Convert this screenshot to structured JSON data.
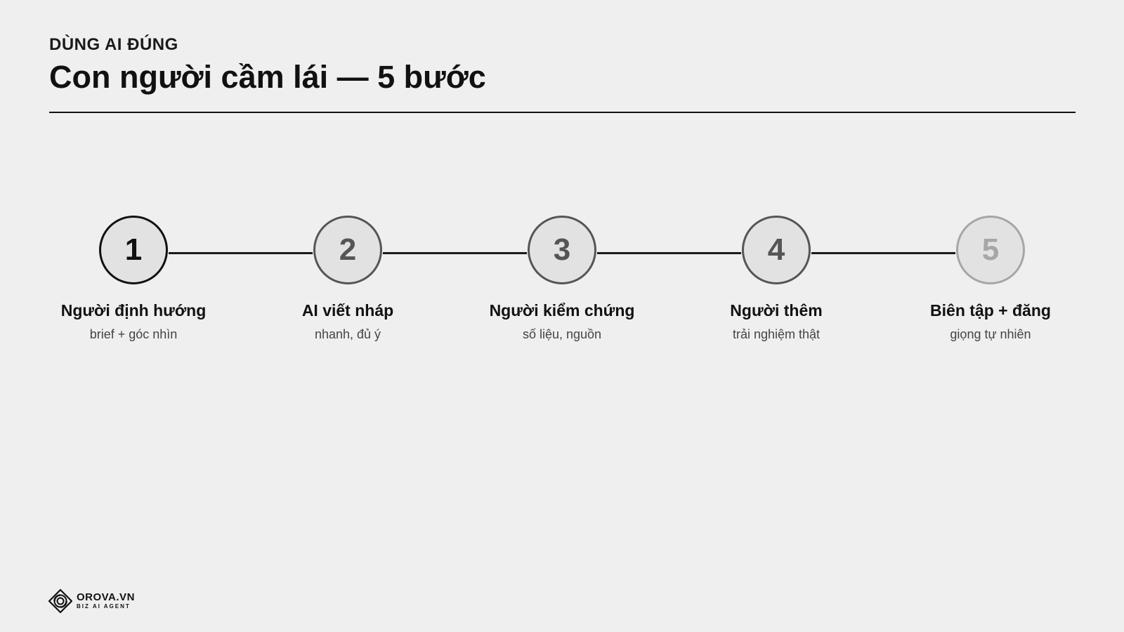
{
  "header": {
    "eyebrow": "DÙNG AI ĐÚNG",
    "title": "Con người cầm lái — 5 bước"
  },
  "steps": [
    {
      "number": "1",
      "label": "Người định hướng",
      "sub": "brief + góc nhìn",
      "color": "#111111"
    },
    {
      "number": "2",
      "label": "AI viết nháp",
      "sub": "nhanh, đủ ý",
      "color": "#555555"
    },
    {
      "number": "3",
      "label": "Người kiểm chứng",
      "sub": "số liệu, nguồn",
      "color": "#555555"
    },
    {
      "number": "4",
      "label": "Người thêm",
      "sub": "trải nghiệm thật",
      "color": "#555555"
    },
    {
      "number": "5",
      "label": "Biên tập + đăng",
      "sub": "giọng tự nhiên",
      "color": "#a6a6a6"
    }
  ],
  "brand": {
    "name": "OROVA.VN",
    "tagline": "BIZ AI AGENT",
    "icon": "orova-logo-icon"
  },
  "colors": {
    "background": "#efefef",
    "text": "#111111",
    "circle_fill": "#e2e2e2",
    "connector": "#1a1a1a"
  }
}
